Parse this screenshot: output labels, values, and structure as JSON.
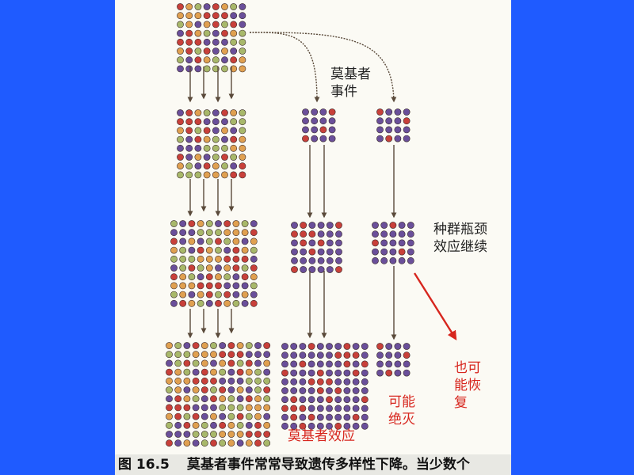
{
  "labels": {
    "founder_event": "莫基者\n事件",
    "bottleneck_continue": "种群瓶颈\n效应继续",
    "may_recover": "也可\n能恢\n复",
    "may_extinct": "可能\n绝灭",
    "founder_effect": "莫基者效应"
  },
  "caption": {
    "figure": "图 16.5",
    "text": "莫基者事件常常导致遗传多样性下降。当少数个"
  },
  "colors": {
    "background": "#1f5bff",
    "slide": "#fbfaf4",
    "red_label": "#d7261e",
    "arrow": "#5a4a3a",
    "dot_red": "#c8403a",
    "dot_purple": "#6a4f9a",
    "dot_green": "#a8b86a",
    "dot_orange": "#e0a050"
  }
}
